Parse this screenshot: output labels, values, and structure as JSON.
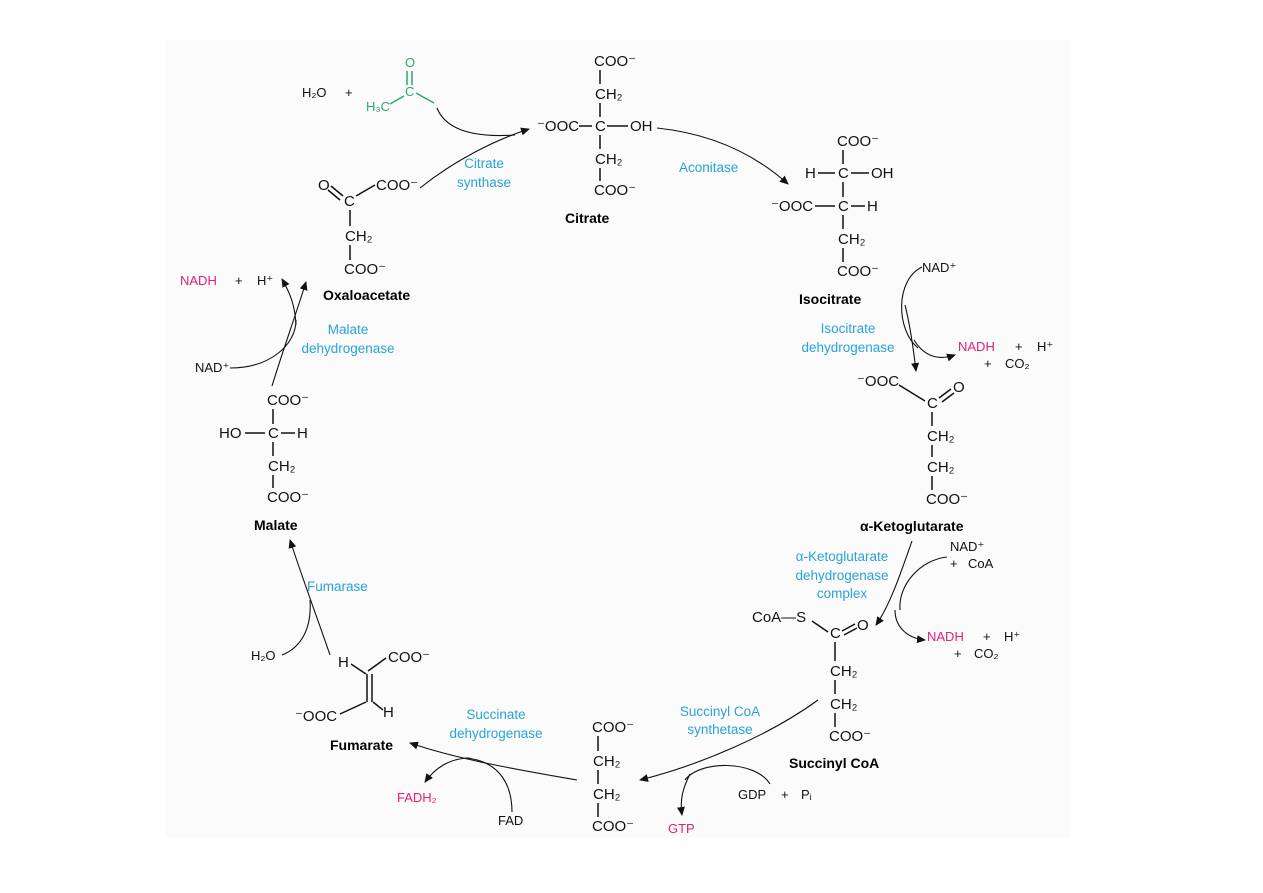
{
  "colors": {
    "enzyme": "#29a3d6",
    "product": "#e0207a",
    "acetyl": "#2daa6a",
    "ink": "#111111"
  },
  "citrate": {
    "top": "COO⁻",
    "ch2_top": "CH₂",
    "left": "⁻OOC",
    "center": "C",
    "oh": "OH",
    "ch2_bottom": "CH₂",
    "bottom": "COO⁻",
    "name": "Citrate"
  },
  "acetyl_input": {
    "water": "H₂O",
    "plus": "+",
    "o": "O",
    "c": "C",
    "h3c": "H₃C"
  },
  "isocitrate": {
    "top": "COO⁻",
    "h1": "H",
    "c1": "C",
    "oh": "OH",
    "left": "⁻OOC",
    "c2": "C",
    "h2": "H",
    "ch2": "CH₂",
    "bottom": "COO⁻",
    "name": "Isocitrate",
    "nad": "NAD⁺",
    "nadh": "NADH",
    "plus1": "+",
    "h": "H⁺",
    "plus2": "+",
    "co2": "CO₂"
  },
  "alpha_kg": {
    "left": "⁻OOC",
    "c": "C",
    "o": "O",
    "ch2a": "CH₂",
    "ch2b": "CH₂",
    "bottom": "COO⁻",
    "name": "α-Ketoglutarate",
    "nad": "NAD⁺",
    "plus_coa": "+",
    "coa": "CoA",
    "nadh": "NADH",
    "plus1": "+",
    "h": "H⁺",
    "plus2": "+",
    "co2": "CO₂"
  },
  "succinyl_coa": {
    "coas": "CoA—S",
    "c": "C",
    "o": "O",
    "ch2a": "CH₂",
    "ch2b": "CH₂",
    "bottom": "COO⁻",
    "name": "Succinyl CoA",
    "gdp": "GDP",
    "plus": "+",
    "pi": "Pᵢ",
    "gtp": "GTP"
  },
  "succinate": {
    "top": "COO⁻",
    "ch2a": "CH₂",
    "ch2b": "CH₂",
    "bottom": "COO⁻",
    "fad": "FAD",
    "fadh2": "FADH₂"
  },
  "fumarate": {
    "h1": "H",
    "coo": "COO⁻",
    "left": "⁻OOC",
    "h2": "H",
    "name": "Fumarate"
  },
  "malate": {
    "top": "COO⁻",
    "ho": "HO",
    "c": "C",
    "h": "H",
    "ch2": "CH₂",
    "bottom": "COO⁻",
    "name": "Malate",
    "water": "H₂O"
  },
  "oxaloacetate": {
    "o": "O",
    "c": "C",
    "coo": "COO⁻",
    "ch2": "CH₂",
    "bottom": "COO⁻",
    "name": "Oxaloacetate",
    "nad": "NAD⁺",
    "nadh": "NADH",
    "plus": "+",
    "h": "H⁺"
  },
  "enzymes": {
    "citrate_synthase": [
      "Citrate",
      "synthase"
    ],
    "aconitase": "Aconitase",
    "isocitrate_dh": [
      "Isocitrate",
      "dehydrogenase"
    ],
    "akg_dh": [
      "α-Ketoglutarate",
      "dehydrogenase",
      "complex"
    ],
    "succinyl_coa_synthetase": [
      "Succinyl CoA",
      "synthetase"
    ],
    "succinate_dh": [
      "Succinate",
      "dehydrogenase"
    ],
    "fumarase": "Fumarase",
    "malate_dh": [
      "Malate",
      "dehydrogenase"
    ]
  }
}
